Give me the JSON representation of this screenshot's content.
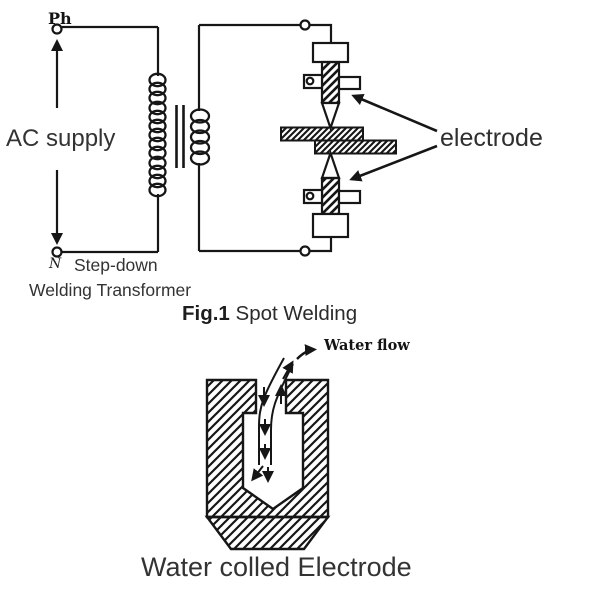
{
  "page": {
    "background_color": "#ffffff",
    "ink_color": "#161616",
    "text_color": "#2b2b2b"
  },
  "figure1": {
    "phase_label": "Ph",
    "neutral_label": "N",
    "ac_supply_label": "AC supply",
    "transformer_label_line1": "Step-down",
    "transformer_label_line2": "Welding Transformer",
    "electrode_label": "electrode",
    "caption_prefix": "Fig.1",
    "caption_text": " Spot Welding"
  },
  "figure2": {
    "water_flow_label": "Water flow",
    "caption": "Water colled Electrode"
  }
}
